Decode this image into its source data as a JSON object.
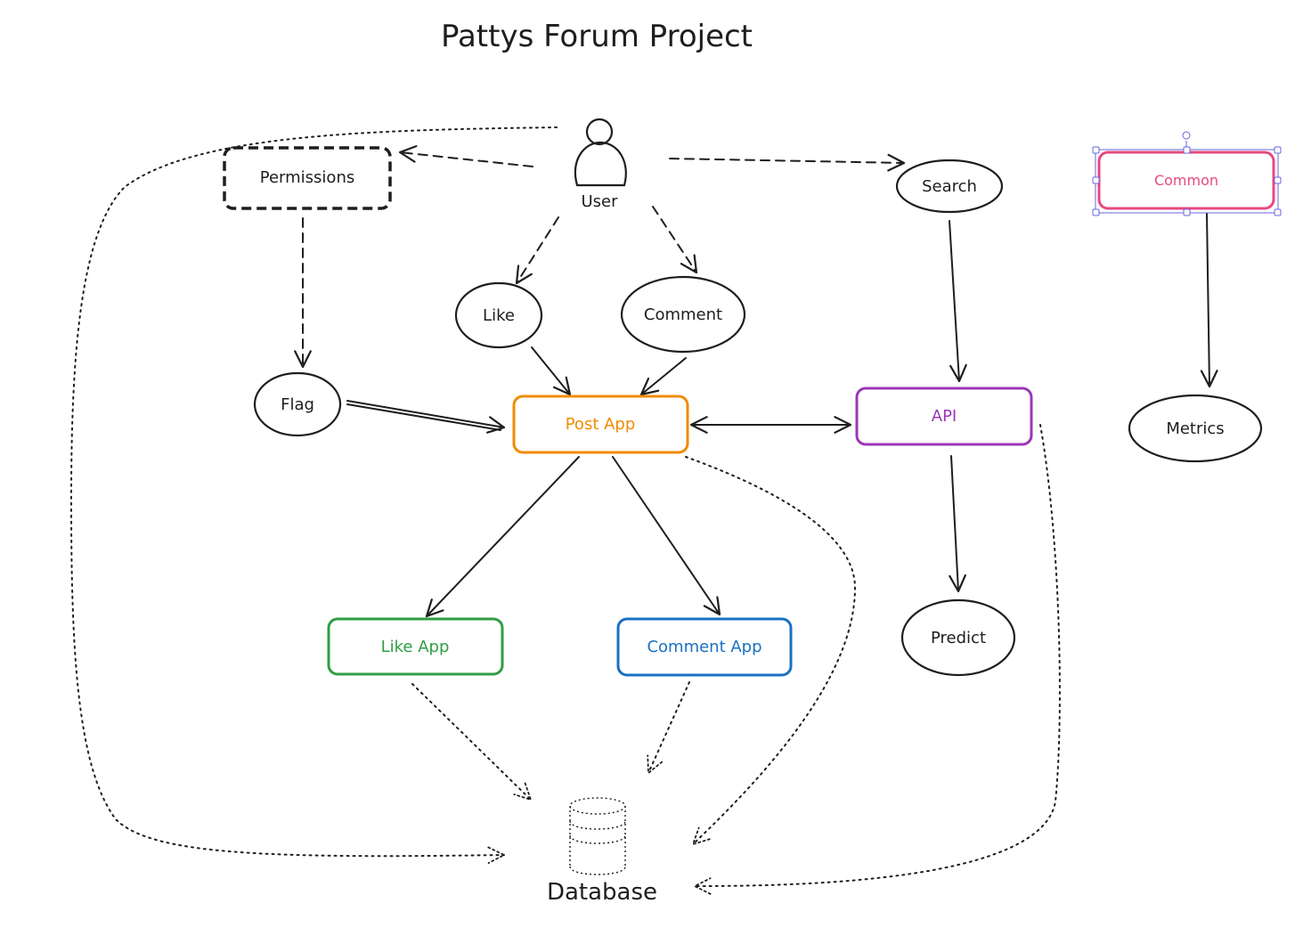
{
  "title": "Pattys Forum Project",
  "colors": {
    "ink": "#1e1e1e",
    "post_app": "#f08c00",
    "api": "#9c36b5",
    "like_app": "#2f9e44",
    "comment_app": "#1971c2",
    "common": "#e64980",
    "selection": "#6965db"
  },
  "nodes": {
    "user": "User",
    "permissions": "Permissions",
    "search": "Search",
    "common": "Common",
    "like": "Like",
    "comment": "Comment",
    "flag": "Flag",
    "post_app": "Post App",
    "api": "API",
    "metrics": "Metrics",
    "like_app": "Like App",
    "comment_app": "Comment App",
    "predict": "Predict",
    "database": "Database"
  },
  "icons": {
    "user": "person-icon",
    "database": "database-cylinder-icon"
  },
  "edges": [
    {
      "from": "user",
      "to": "permissions",
      "style": "dashed"
    },
    {
      "from": "user",
      "to": "search",
      "style": "dashed"
    },
    {
      "from": "user",
      "to": "like",
      "style": "dashed"
    },
    {
      "from": "user",
      "to": "comment",
      "style": "dashed"
    },
    {
      "from": "user",
      "to": "database",
      "style": "dotted"
    },
    {
      "from": "permissions",
      "to": "flag",
      "style": "dashed"
    },
    {
      "from": "flag",
      "to": "post_app",
      "style": "solid"
    },
    {
      "from": "like",
      "to": "post_app",
      "style": "solid"
    },
    {
      "from": "comment",
      "to": "post_app",
      "style": "solid"
    },
    {
      "from": "post_app",
      "to": "api",
      "style": "solid",
      "bidirectional": true
    },
    {
      "from": "post_app",
      "to": "like_app",
      "style": "solid"
    },
    {
      "from": "post_app",
      "to": "comment_app",
      "style": "solid"
    },
    {
      "from": "post_app",
      "to": "database",
      "style": "dotted"
    },
    {
      "from": "search",
      "to": "api",
      "style": "solid"
    },
    {
      "from": "api",
      "to": "predict",
      "style": "solid"
    },
    {
      "from": "api",
      "to": "database",
      "style": "dotted"
    },
    {
      "from": "common",
      "to": "metrics",
      "style": "solid"
    },
    {
      "from": "like_app",
      "to": "database",
      "style": "dotted"
    },
    {
      "from": "comment_app",
      "to": "database",
      "style": "dotted"
    }
  ]
}
